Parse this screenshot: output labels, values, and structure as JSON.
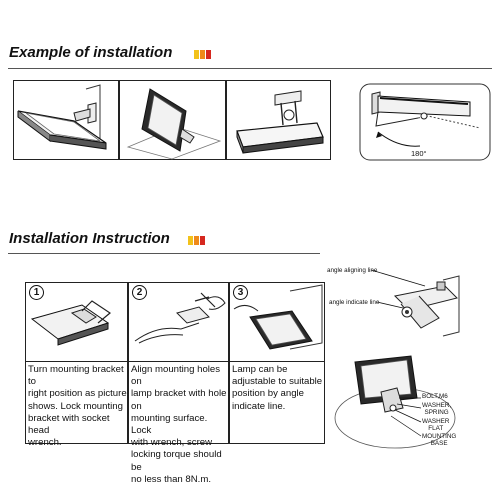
{
  "section1": {
    "title": "Example of installation",
    "accent_colors": [
      "#f2c21b",
      "#ef8a1a",
      "#d6281f"
    ]
  },
  "rotation": {
    "angle_label": "180°"
  },
  "section2": {
    "title": "Installation Instruction",
    "accent_colors": [
      "#f2c21b",
      "#ef8a1a",
      "#d6281f"
    ],
    "steps": [
      {
        "number": "1",
        "lines": [
          "Turn mounting bracket to",
          "right position as picture",
          "shows. Lock mounting",
          "bracket with socket head",
          "wrench."
        ]
      },
      {
        "number": "2",
        "lines": [
          "Align mounting holes on",
          "lamp bracket with hole on",
          "mounting surface. Lock",
          "with wrench, screw",
          "locking torque should be",
          "no less than 8N.m."
        ]
      },
      {
        "number": "3",
        "lines": [
          "Lamp can be",
          "adjustable to suitable",
          "position by angle",
          "indicate line."
        ]
      }
    ]
  },
  "diagram": {
    "angle_aligning_line": "angle aligning line",
    "angle_indicate_line": "angle indicate line",
    "bolt": "BOLT,M6",
    "washer_spring": [
      "WASHER,",
      "SPRING"
    ],
    "washer_flat": [
      "WASHER",
      "FLAT"
    ],
    "mounting_base": [
      "MOUNTING",
      "BASE"
    ]
  }
}
